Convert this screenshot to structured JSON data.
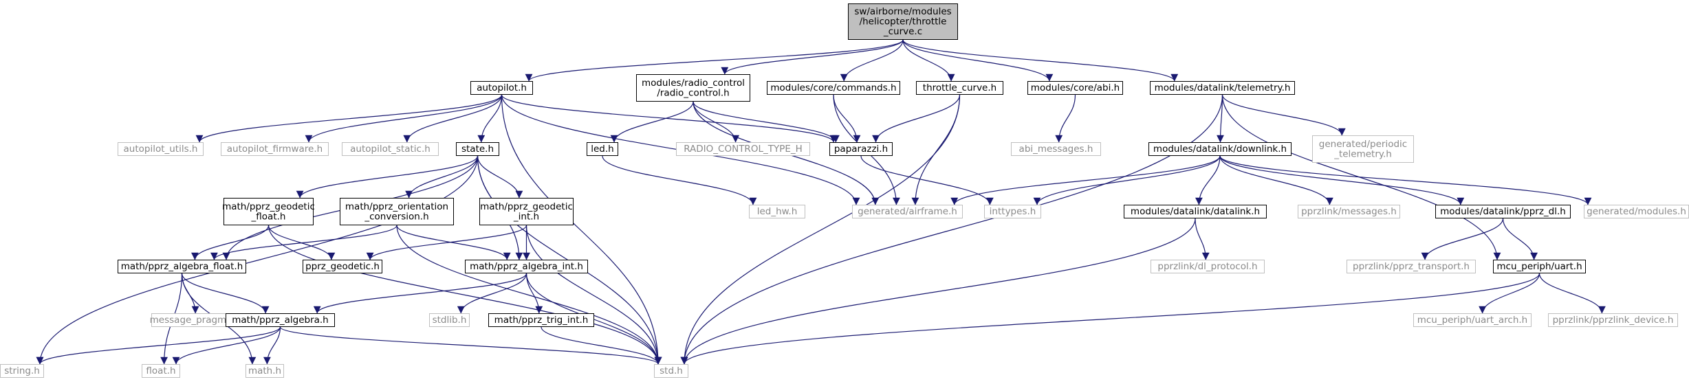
{
  "colors": {
    "edge": "#191970",
    "root_fill": "#bfbfbf",
    "box_stroke": "#000000",
    "missing_stroke": "#bfbfbf",
    "missing_text": "#8a8a8a"
  },
  "nodes": {
    "root": {
      "lines": [
        "sw/airborne/modules",
        "/helicopter/throttle",
        "_curve.c"
      ],
      "style": "root"
    },
    "autopilot_h": {
      "lines": [
        "autopilot.h"
      ],
      "style": "box"
    },
    "radio_control_h": {
      "lines": [
        "modules/radio_control",
        "/radio_control.h"
      ],
      "style": "box"
    },
    "commands_h": {
      "lines": [
        "modules/core/commands.h"
      ],
      "style": "box"
    },
    "throttle_curve_h": {
      "lines": [
        "throttle_curve.h"
      ],
      "style": "box"
    },
    "abi_h": {
      "lines": [
        "modules/core/abi.h"
      ],
      "style": "box"
    },
    "telemetry_h": {
      "lines": [
        "modules/datalink/telemetry.h"
      ],
      "style": "box"
    },
    "autopilot_utils_h": {
      "lines": [
        "autopilot_utils.h"
      ],
      "style": "missing"
    },
    "autopilot_firmware_h": {
      "lines": [
        "autopilot_firmware.h"
      ],
      "style": "missing"
    },
    "autopilot_static_h": {
      "lines": [
        "autopilot_static.h"
      ],
      "style": "missing"
    },
    "state_h": {
      "lines": [
        "state.h"
      ],
      "style": "box"
    },
    "led_h": {
      "lines": [
        "led.h"
      ],
      "style": "box"
    },
    "radio_control_type_h": {
      "lines": [
        "RADIO_CONTROL_TYPE_H"
      ],
      "style": "missing"
    },
    "paparazzi_h": {
      "lines": [
        "paparazzi.h"
      ],
      "style": "box"
    },
    "abi_messages_h": {
      "lines": [
        "abi_messages.h"
      ],
      "style": "missing"
    },
    "downlink_h": {
      "lines": [
        "modules/datalink/downlink.h"
      ],
      "style": "box"
    },
    "periodic_telemetry_h": {
      "lines": [
        "generated/periodic",
        "_telemetry.h"
      ],
      "style": "missing"
    },
    "pprz_geodetic_float_h": {
      "lines": [
        "math/pprz_geodetic",
        "_float.h"
      ],
      "style": "box"
    },
    "pprz_orientation_conversion_h": {
      "lines": [
        "math/pprz_orientation",
        "_conversion.h"
      ],
      "style": "box"
    },
    "pprz_geodetic_int_h": {
      "lines": [
        "math/pprz_geodetic",
        "_int.h"
      ],
      "style": "box"
    },
    "led_hw_h": {
      "lines": [
        "led_hw.h"
      ],
      "style": "missing"
    },
    "airframe_h": {
      "lines": [
        "generated/airframe.h"
      ],
      "style": "missing"
    },
    "inttypes_h": {
      "lines": [
        "inttypes.h"
      ],
      "style": "missing"
    },
    "datalink_h": {
      "lines": [
        "modules/datalink/datalink.h"
      ],
      "style": "box"
    },
    "pprzlink_messages_h": {
      "lines": [
        "pprzlink/messages.h"
      ],
      "style": "missing"
    },
    "pprz_dl_h": {
      "lines": [
        "modules/datalink/pprz_dl.h"
      ],
      "style": "box"
    },
    "generated_modules_h": {
      "lines": [
        "generated/modules.h"
      ],
      "style": "missing"
    },
    "pprz_algebra_float_h": {
      "lines": [
        "math/pprz_algebra_float.h"
      ],
      "style": "box"
    },
    "pprz_geodetic_h": {
      "lines": [
        "pprz_geodetic.h"
      ],
      "style": "box"
    },
    "pprz_algebra_int_h": {
      "lines": [
        "math/pprz_algebra_int.h"
      ],
      "style": "box"
    },
    "dl_protocol_h": {
      "lines": [
        "pprzlink/dl_protocol.h"
      ],
      "style": "missing"
    },
    "pprz_transport_h": {
      "lines": [
        "pprzlink/pprz_transport.h"
      ],
      "style": "missing"
    },
    "uart_h": {
      "lines": [
        "mcu_periph/uart.h"
      ],
      "style": "box"
    },
    "message_pragmas_h": {
      "lines": [
        "message_pragmas.h"
      ],
      "style": "missing"
    },
    "pprz_algebra_h": {
      "lines": [
        "math/pprz_algebra.h"
      ],
      "style": "box"
    },
    "stdlib_h": {
      "lines": [
        "stdlib.h"
      ],
      "style": "missing"
    },
    "pprz_trig_int_h": {
      "lines": [
        "math/pprz_trig_int.h"
      ],
      "style": "box"
    },
    "uart_arch_h": {
      "lines": [
        "mcu_periph/uart_arch.h"
      ],
      "style": "missing"
    },
    "pprzlink_device_h": {
      "lines": [
        "pprzlink/pprzlink_device.h"
      ],
      "style": "missing"
    },
    "string_h": {
      "lines": [
        "string.h"
      ],
      "style": "missing"
    },
    "float_h": {
      "lines": [
        "float.h"
      ],
      "style": "missing"
    },
    "math_h": {
      "lines": [
        "math.h"
      ],
      "style": "missing"
    },
    "std_h": {
      "lines": [
        "std.h"
      ],
      "style": "missing"
    }
  },
  "edges": [
    [
      "root",
      "autopilot_h"
    ],
    [
      "root",
      "radio_control_h"
    ],
    [
      "root",
      "commands_h"
    ],
    [
      "root",
      "throttle_curve_h"
    ],
    [
      "root",
      "abi_h"
    ],
    [
      "root",
      "telemetry_h"
    ],
    [
      "autopilot_h",
      "autopilot_utils_h"
    ],
    [
      "autopilot_h",
      "autopilot_firmware_h"
    ],
    [
      "autopilot_h",
      "autopilot_static_h"
    ],
    [
      "autopilot_h",
      "state_h"
    ],
    [
      "autopilot_h",
      "paparazzi_h"
    ],
    [
      "autopilot_h",
      "airframe_h"
    ],
    [
      "autopilot_h",
      "std_h"
    ],
    [
      "radio_control_h",
      "led_h"
    ],
    [
      "radio_control_h",
      "radio_control_type_h"
    ],
    [
      "radio_control_h",
      "paparazzi_h"
    ],
    [
      "radio_control_h",
      "airframe_h"
    ],
    [
      "commands_h",
      "paparazzi_h"
    ],
    [
      "commands_h",
      "airframe_h"
    ],
    [
      "throttle_curve_h",
      "paparazzi_h"
    ],
    [
      "throttle_curve_h",
      "airframe_h"
    ],
    [
      "throttle_curve_h",
      "std_h"
    ],
    [
      "abi_h",
      "abi_messages_h"
    ],
    [
      "telemetry_h",
      "downlink_h"
    ],
    [
      "telemetry_h",
      "periodic_telemetry_h"
    ],
    [
      "telemetry_h",
      "uart_h"
    ],
    [
      "telemetry_h",
      "std_h"
    ],
    [
      "state_h",
      "pprz_geodetic_float_h"
    ],
    [
      "state_h",
      "pprz_orientation_conversion_h"
    ],
    [
      "state_h",
      "pprz_geodetic_int_h"
    ],
    [
      "state_h",
      "pprz_algebra_float_h"
    ],
    [
      "state_h",
      "pprz_algebra_int_h"
    ],
    [
      "state_h",
      "string_h"
    ],
    [
      "state_h",
      "std_h"
    ],
    [
      "led_h",
      "led_hw_h"
    ],
    [
      "paparazzi_h",
      "inttypes_h"
    ],
    [
      "downlink_h",
      "airframe_h"
    ],
    [
      "downlink_h",
      "inttypes_h"
    ],
    [
      "downlink_h",
      "datalink_h"
    ],
    [
      "downlink_h",
      "pprzlink_messages_h"
    ],
    [
      "downlink_h",
      "pprz_dl_h"
    ],
    [
      "downlink_h",
      "generated_modules_h"
    ],
    [
      "pprz_geodetic_float_h",
      "pprz_algebra_float_h"
    ],
    [
      "pprz_geodetic_float_h",
      "pprz_geodetic_h"
    ],
    [
      "pprz_geodetic_float_h",
      "std_h"
    ],
    [
      "pprz_orientation_conversion_h",
      "pprz_algebra_float_h"
    ],
    [
      "pprz_orientation_conversion_h",
      "pprz_algebra_int_h"
    ],
    [
      "pprz_orientation_conversion_h",
      "std_h"
    ],
    [
      "pprz_geodetic_int_h",
      "pprz_geodetic_h"
    ],
    [
      "pprz_geodetic_int_h",
      "pprz_algebra_int_h"
    ],
    [
      "pprz_geodetic_int_h",
      "std_h"
    ],
    [
      "datalink_h",
      "dl_protocol_h"
    ],
    [
      "datalink_h",
      "std_h"
    ],
    [
      "pprz_dl_h",
      "pprz_transport_h"
    ],
    [
      "pprz_dl_h",
      "uart_h"
    ],
    [
      "pprz_algebra_float_h",
      "message_pragmas_h"
    ],
    [
      "pprz_algebra_float_h",
      "pprz_algebra_h"
    ],
    [
      "pprz_algebra_float_h",
      "float_h"
    ],
    [
      "pprz_algebra_float_h",
      "math_h"
    ],
    [
      "pprz_algebra_int_h",
      "pprz_algebra_h"
    ],
    [
      "pprz_algebra_int_h",
      "stdlib_h"
    ],
    [
      "pprz_algebra_int_h",
      "pprz_trig_int_h"
    ],
    [
      "pprz_algebra_int_h",
      "std_h"
    ],
    [
      "uart_h",
      "uart_arch_h"
    ],
    [
      "uart_h",
      "pprzlink_device_h"
    ],
    [
      "uart_h",
      "std_h"
    ],
    [
      "pprz_algebra_h",
      "string_h"
    ],
    [
      "pprz_algebra_h",
      "float_h"
    ],
    [
      "pprz_algebra_h",
      "math_h"
    ],
    [
      "pprz_algebra_h",
      "std_h"
    ],
    [
      "pprz_trig_int_h",
      "std_h"
    ]
  ]
}
